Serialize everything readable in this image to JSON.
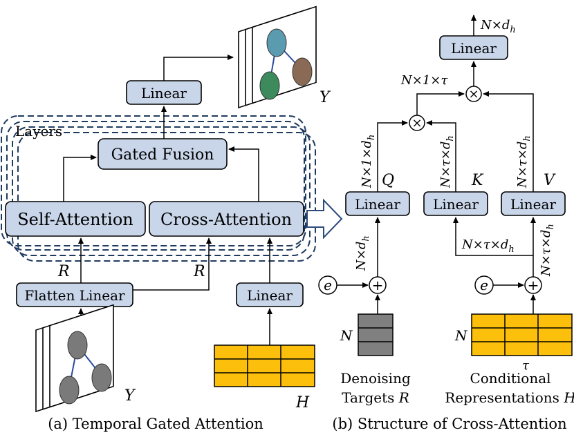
{
  "left": {
    "linear_top": "Linear",
    "output_label": "Y",
    "layers_label": "Layers",
    "gated_fusion": "Gated Fusion",
    "self_attention": "Self-Attention",
    "cross_attention": "Cross-Attention",
    "r_label_left": "R",
    "r_label_right": "R",
    "flatten_linear": "Flatten Linear",
    "linear_bottom": "Linear",
    "input_label": "Y",
    "h_label": "H",
    "caption": "(a) Temporal Gated Attention"
  },
  "right": {
    "linear_top": "Linear",
    "top_dim": "N×d",
    "top_dim_sub": "h",
    "mult_dim": "N×1×τ",
    "q_dim": "N×1×d",
    "q_dim_sub": "h",
    "k_dim": "N×τ×d",
    "k_dim_sub": "h",
    "v_dim": "N×τ×d",
    "v_dim_sub": "h",
    "q_label": "Q",
    "k_label": "K",
    "v_label": "V",
    "linear_q": "Linear",
    "linear_k": "Linear",
    "linear_v": "Linear",
    "nd_left": "N×d",
    "nd_left_sub": "h",
    "branch_dim": "N×τ×d",
    "branch_dim_sub": "h",
    "right_vert_dim": "N×τ×d",
    "right_vert_dim_sub": "h",
    "e_left": "e",
    "e_right": "e",
    "plus": "+",
    "times": "×",
    "n_left": "N",
    "n_right": "N",
    "tau": "τ",
    "denoising_line1": "Denoising",
    "denoising_line2": "Targets",
    "denoising_var": "R",
    "conditional_line1": "Conditional",
    "conditional_line2": "Representations",
    "conditional_var": "H",
    "caption": "(b) Structure of Cross-Attention"
  },
  "colors": {
    "box_fill": "#c9d6ea",
    "dashed_border": "#1f3a5f",
    "grid_yellow": "#fbbf0c",
    "stack_gray": "#808080",
    "node_blue": "#5b9bb0",
    "node_green": "#3d8a5c",
    "node_brown": "#8a6a55",
    "node_gray": "#7a7a7a"
  }
}
